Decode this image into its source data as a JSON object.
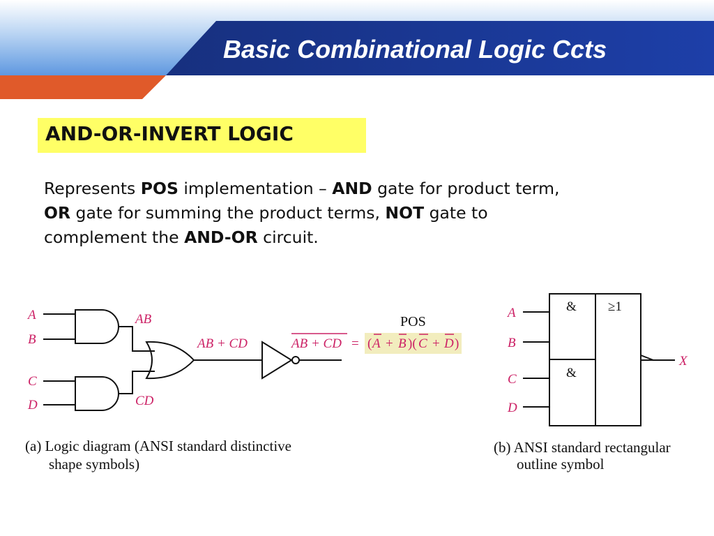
{
  "slide": {
    "title": "Basic Combinational Logic Ccts",
    "colors": {
      "header_blue": "#1e3a9c",
      "header_light": "#6fa6e6",
      "accent_orange": "#e05a2a",
      "highlight_yellow": "#ffff66",
      "label_magenta": "#cc2266"
    }
  },
  "section": {
    "heading": "AND-OR-INVERT LOGIC"
  },
  "body": {
    "seg1": "Represents ",
    "seg2": "POS",
    "seg3": " implementation – ",
    "seg4": "AND",
    "seg5": " gate for product term,",
    "seg6": "OR",
    "seg7": " gate for summing the product terms, ",
    "seg8": "NOT",
    "seg9": " gate to",
    "seg10": "complement the ",
    "seg11": "AND-OR",
    "seg12": " circuit."
  },
  "diagram_a": {
    "inputs": [
      "A",
      "B",
      "C",
      "D"
    ],
    "and_top_out": "AB",
    "and_bottom_out": "CD",
    "or_out": "AB + CD",
    "pos_label": "POS",
    "result_lhs": "AB + CD",
    "equals": "=",
    "paren_open": "(",
    "var_a": "A",
    "plus": "+",
    "var_b": "B",
    "mid_parens": ")(",
    "var_c": "C",
    "var_d": "D",
    "paren_close": ")",
    "caption_line1": "(a) Logic diagram (ANSI standard distinctive",
    "caption_line2": "shape symbols)"
  },
  "diagram_b": {
    "inputs": [
      "A",
      "B",
      "C",
      "D"
    ],
    "and_symbol_top": "&",
    "and_symbol_bottom": "&",
    "or_symbol": "≥1",
    "output": "X",
    "caption_line1": "(b) ANSI standard rectangular",
    "caption_line2": "outline symbol"
  }
}
